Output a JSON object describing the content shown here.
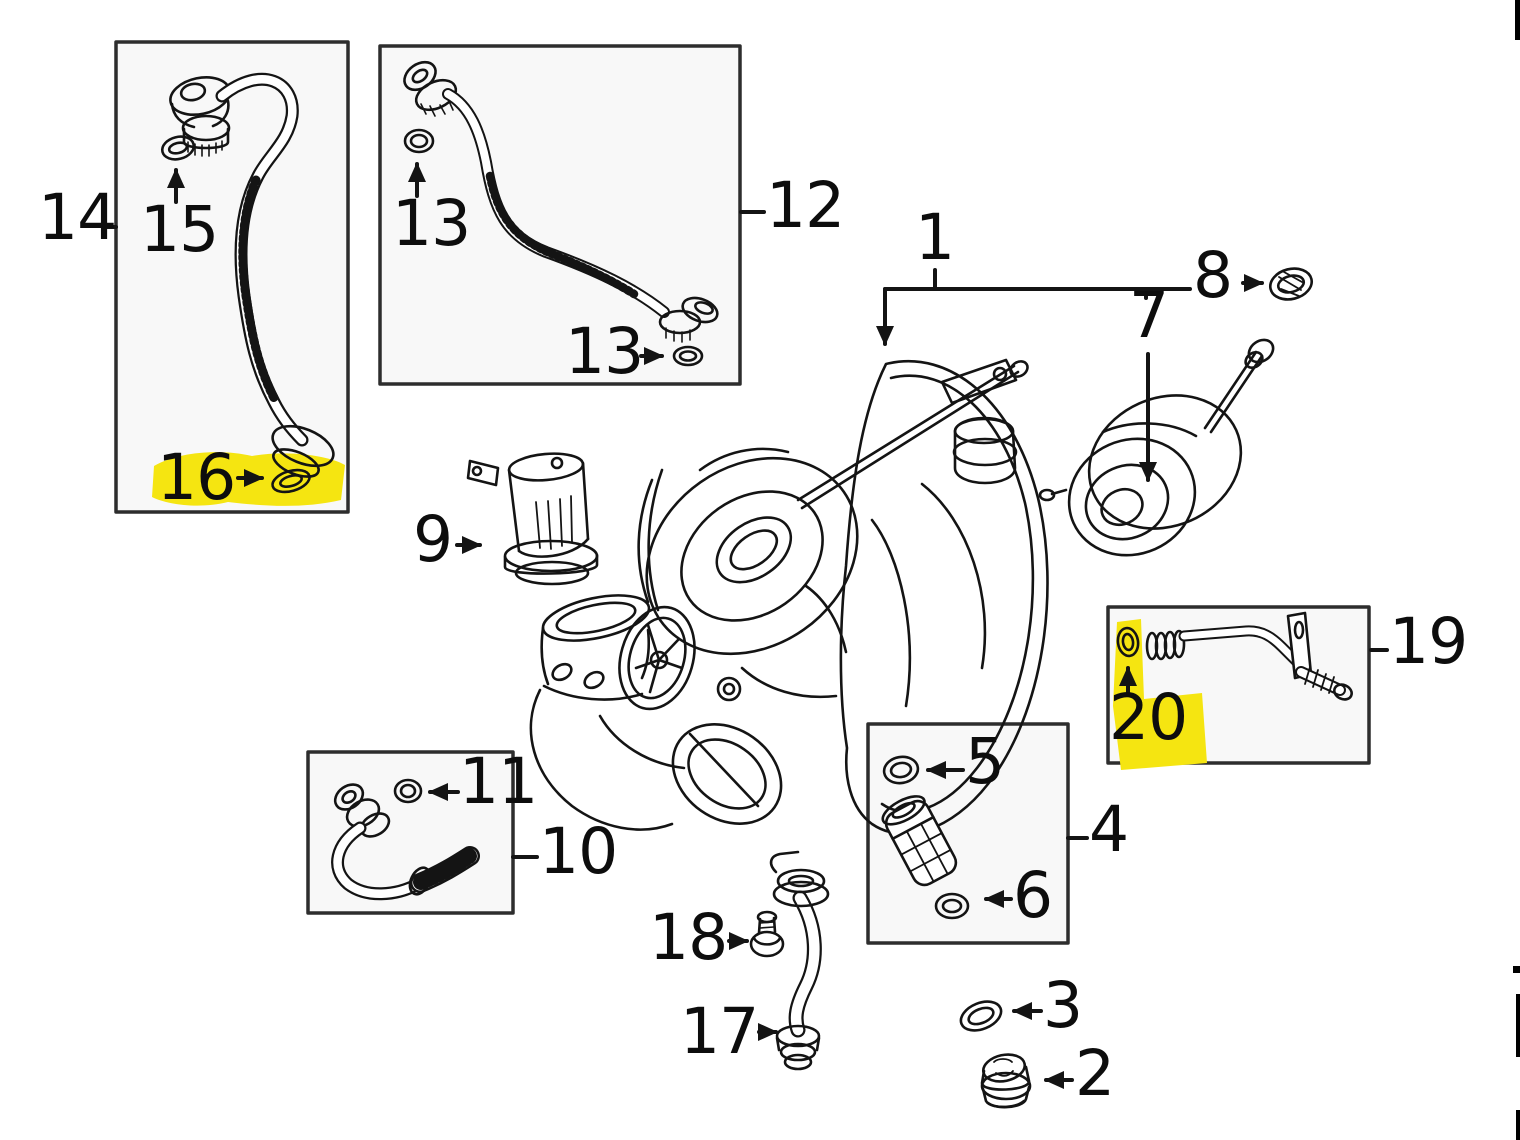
{
  "diagram": {
    "subject": "Turbocharger and related components exploded parts diagram",
    "background_color": "#ffffff",
    "line_color": "#141414",
    "box_fill_color": "#f8f8f8",
    "box_border_color": "#2d2d2d",
    "highlight_color": "#f5e511",
    "highlighted_callouts": [
      "16",
      "20"
    ]
  },
  "callouts": {
    "n1": "1",
    "n2": "2",
    "n3": "3",
    "n4": "4",
    "n5": "5",
    "n6": "6",
    "n7": "7",
    "n8": "8",
    "n9": "9",
    "n10": "10",
    "n11": "11",
    "n12": "12",
    "n13a": "13",
    "n13b": "13",
    "n14": "14",
    "n15": "15",
    "n16": "16",
    "n17": "17",
    "n18": "18",
    "n19": "19",
    "n20": "20"
  },
  "grouped_boxes": [
    {
      "box_label": "14",
      "contains": [
        "15",
        "16"
      ]
    },
    {
      "box_label": "12",
      "contains": [
        "13",
        "13"
      ]
    },
    {
      "box_label": "10",
      "contains": [
        "11"
      ]
    },
    {
      "box_label": "4",
      "contains": [
        "5",
        "6"
      ]
    },
    {
      "box_label": "19",
      "contains": [
        "20"
      ]
    }
  ]
}
